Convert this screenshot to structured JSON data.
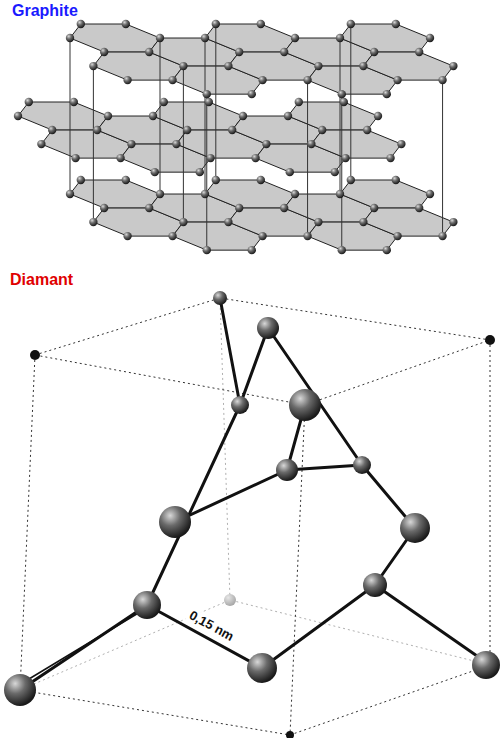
{
  "diagram": {
    "labels": [
      "Graphite",
      "Diamant",
      "0,15 nm"
    ]
  }
}
